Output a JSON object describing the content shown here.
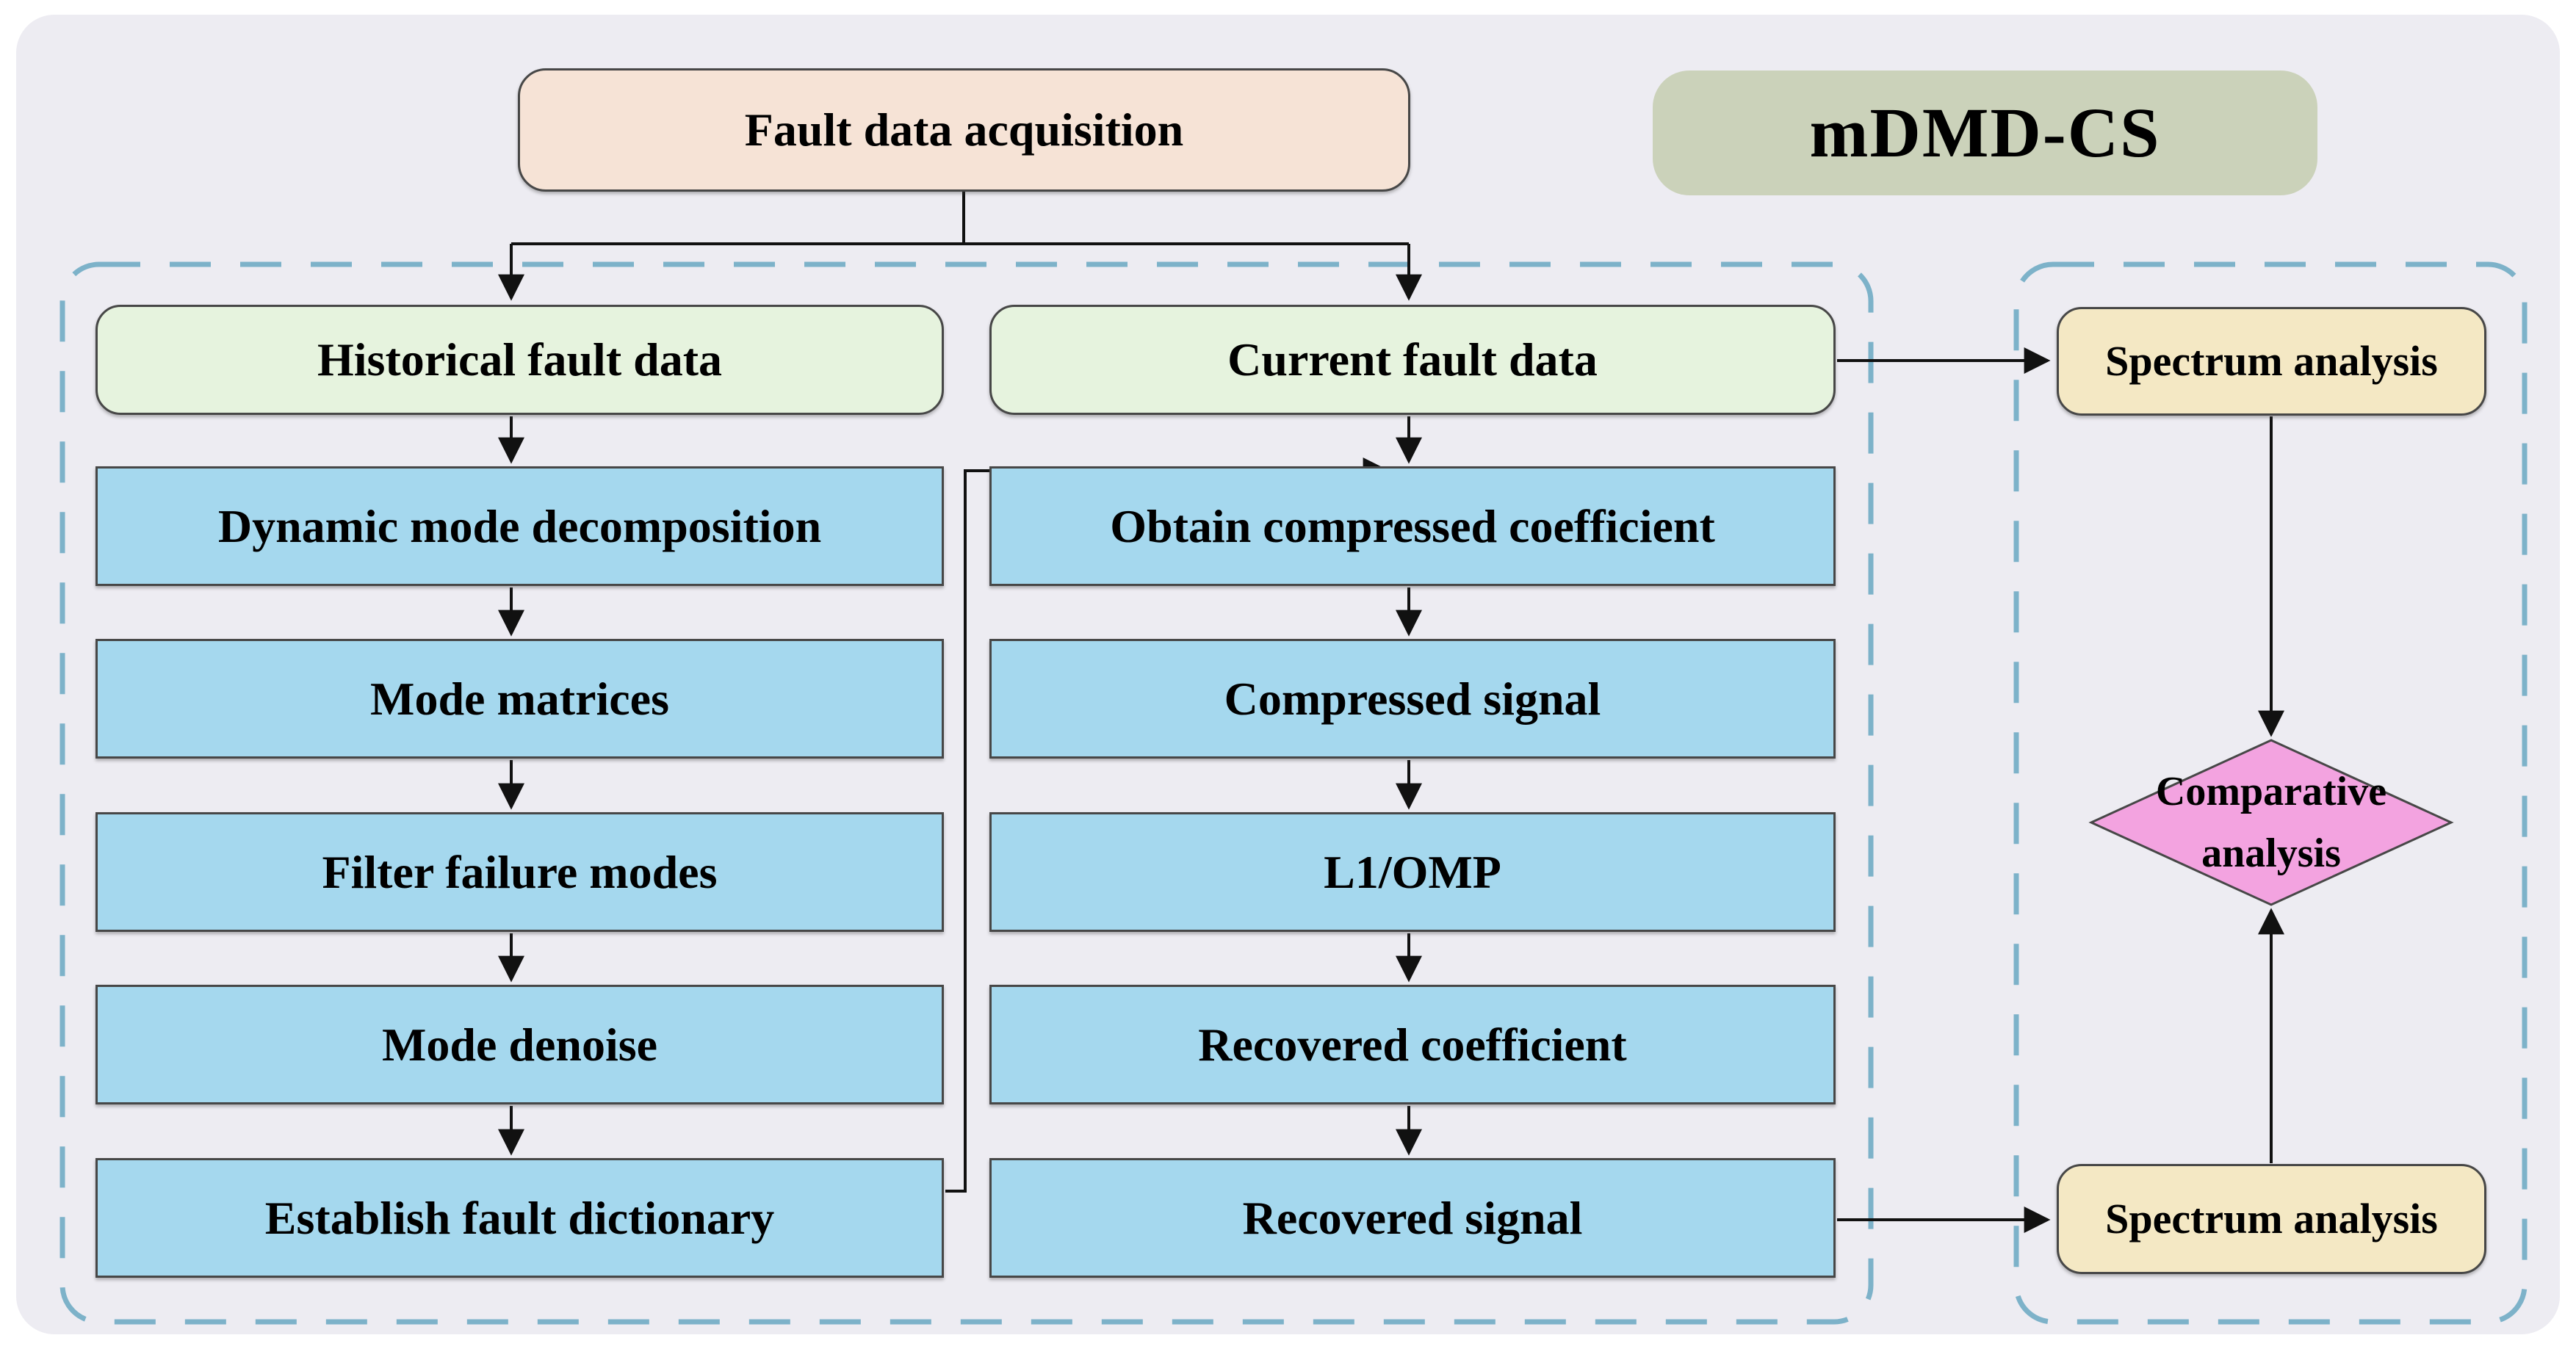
{
  "diagram": {
    "method_badge": "mDMD-CS",
    "root": "Fault data acquisition",
    "branches": {
      "historical": "Historical fault data",
      "current": "Current fault data"
    },
    "historical_steps": [
      "Dynamic mode decomposition",
      "Mode matrices",
      "Filter failure modes",
      "Mode denoise",
      "Establish fault dictionary"
    ],
    "current_steps": [
      "Obtain compressed coefficient",
      "Compressed signal",
      "L1/OMP",
      "Recovered coefficient",
      "Recovered signal"
    ],
    "analysis": {
      "spectrum_top": "Spectrum analysis",
      "comparative": "Comparative analysis",
      "spectrum_bottom": "Spectrum analysis"
    }
  },
  "colors": {
    "canvas": "#edecf2",
    "peach": "#f6e3d6",
    "olive": "#cbd2ba",
    "green": "#e6f3de",
    "blue": "#a5d8ee",
    "tan": "#f4e8c4",
    "pink": "#f3a3e0",
    "dash": "#7db2c9",
    "line": "#111111",
    "border": "#474747"
  }
}
